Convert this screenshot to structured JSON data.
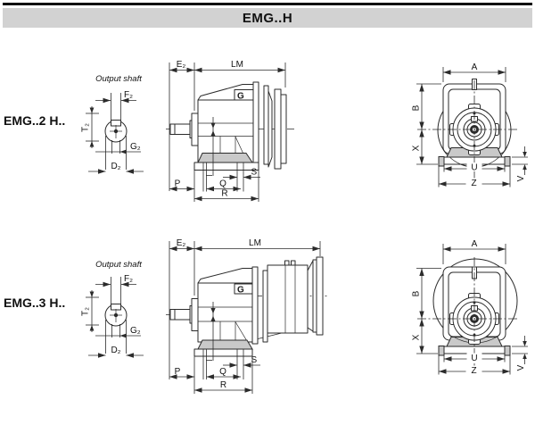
{
  "title": "EMG..H",
  "colors": {
    "title_bar_bg": "#d2d2d2",
    "line": "#2b2b2b",
    "foot_fill": "#c9c9c9"
  },
  "rows": [
    {
      "model": "EMG..2 H..",
      "shaft_caption": "Output shaft",
      "nameplate": "G",
      "labels": {
        "e2": "E₂",
        "lm": "LM",
        "f2": "F₂",
        "t2": "T₂",
        "g2": "G₂",
        "d2": "D₂",
        "p": "P",
        "q": "Q",
        "r": "R",
        "s": "S",
        "a": "A",
        "b": "B",
        "x": "X",
        "u": "U",
        "z": "Z",
        "v": "V"
      }
    },
    {
      "model": "EMG..3 H..",
      "shaft_caption": "Output shaft",
      "nameplate": "G",
      "labels": {
        "e2": "E₂",
        "lm": "LM",
        "f2": "F₂",
        "t2": "T₂",
        "g2": "G₂",
        "d2": "D₂",
        "p": "P",
        "q": "Q",
        "r": "R",
        "s": "S",
        "a": "A",
        "b": "B",
        "x": "X",
        "u": "U",
        "z": "Z",
        "v": "V"
      }
    }
  ]
}
